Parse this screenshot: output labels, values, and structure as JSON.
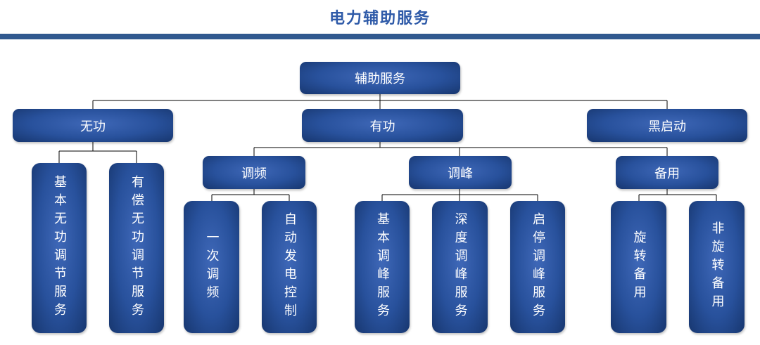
{
  "title": "电力辅助服务",
  "root": "辅助服务",
  "level1": [
    "无功",
    "有功",
    "黑启动"
  ],
  "level2": [
    "调频",
    "调峰",
    "备用"
  ],
  "reactive_children": [
    "基本无功调节服务",
    "有偿无功调节服务"
  ],
  "fm_children": [
    "一次调频",
    "自动发电控制"
  ],
  "peak_children": [
    "基本调峰服务",
    "深度调峰服务",
    "启停调峰服务"
  ],
  "reserve_children": [
    "旋转备用",
    "非旋转备用"
  ],
  "colors": {
    "box": "#28519c",
    "title": "#2e5aa8",
    "bar": "#31598f"
  }
}
